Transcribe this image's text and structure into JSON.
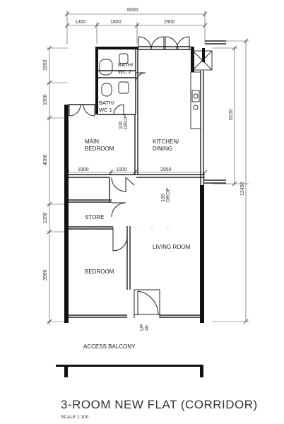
{
  "plan": {
    "title": "3-ROOM NEW FLAT (CORRIDOR)",
    "scale": "SCALE  1:100",
    "watermark": "KAT  YEO",
    "rooms": {
      "bath_wc2": [
        "BATH/",
        "WC 2"
      ],
      "bath_wc1": [
        "BATH/",
        "WC 1"
      ],
      "main_bedroom": [
        "MAIN",
        "BEDROOM"
      ],
      "kitchen_dining": [
        "KITCHEN/",
        "DINING"
      ],
      "store": [
        "STORE"
      ],
      "living_room": [
        "LIVING ROOM"
      ],
      "bedroom": [
        "BEDROOM"
      ],
      "access_balcony": [
        "ACCESS  BALCONY"
      ]
    },
    "notes": {
      "drop_1": [
        "100",
        "DROP"
      ],
      "drop_2": [
        "100",
        "DROP"
      ],
      "up_step": [
        "UP",
        "40"
      ]
    },
    "dimensions": {
      "overall_top": "6000",
      "top": [
        "1300",
        "1800",
        "2900"
      ],
      "mid": [
        "1900",
        "1000",
        "2950"
      ],
      "left": [
        "1550",
        "1500",
        "4000",
        "1200",
        "3900"
      ],
      "right_upper": "6150",
      "right_overall": "12450"
    }
  }
}
